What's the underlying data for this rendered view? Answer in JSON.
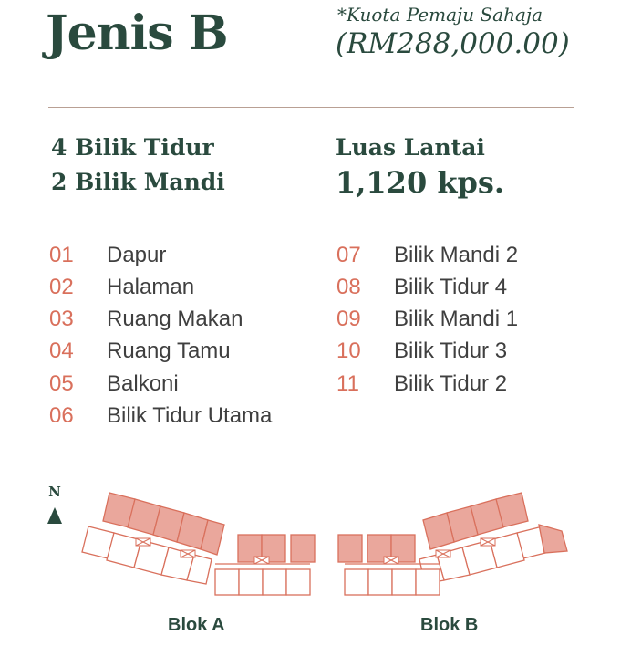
{
  "header": {
    "title": "Jenis B",
    "quota_note": "*Kuota Pemaju Sahaja",
    "quota_price": "(RM288,000.00)"
  },
  "specs": {
    "bedrooms": "4 Bilik Tidur",
    "bathrooms": "2 Bilik Mandi",
    "area_label": "Luas Lantai",
    "area_value": "1,120 kps."
  },
  "rooms_left": [
    {
      "num": "01",
      "name": "Dapur"
    },
    {
      "num": "02",
      "name": "Halaman"
    },
    {
      "num": "03",
      "name": "Ruang Makan"
    },
    {
      "num": "04",
      "name": "Ruang Tamu"
    },
    {
      "num": "05",
      "name": "Balkoni"
    },
    {
      "num": "06",
      "name": "Bilik Tidur Utama"
    }
  ],
  "rooms_right": [
    {
      "num": "07",
      "name": "Bilik Mandi 2"
    },
    {
      "num": "08",
      "name": "Bilik Tidur 4"
    },
    {
      "num": "09",
      "name": "Bilik Mandi 1"
    },
    {
      "num": "10",
      "name": "Bilik Tidur 3"
    },
    {
      "num": "11",
      "name": "Bilik Tidur 2"
    }
  ],
  "plan": {
    "north": "N",
    "north_icon": "north-arrow-icon",
    "block_a": "Blok A",
    "block_b": "Blok B",
    "highlight_color": "#eaa79c",
    "outline_color": "#d9705c"
  }
}
